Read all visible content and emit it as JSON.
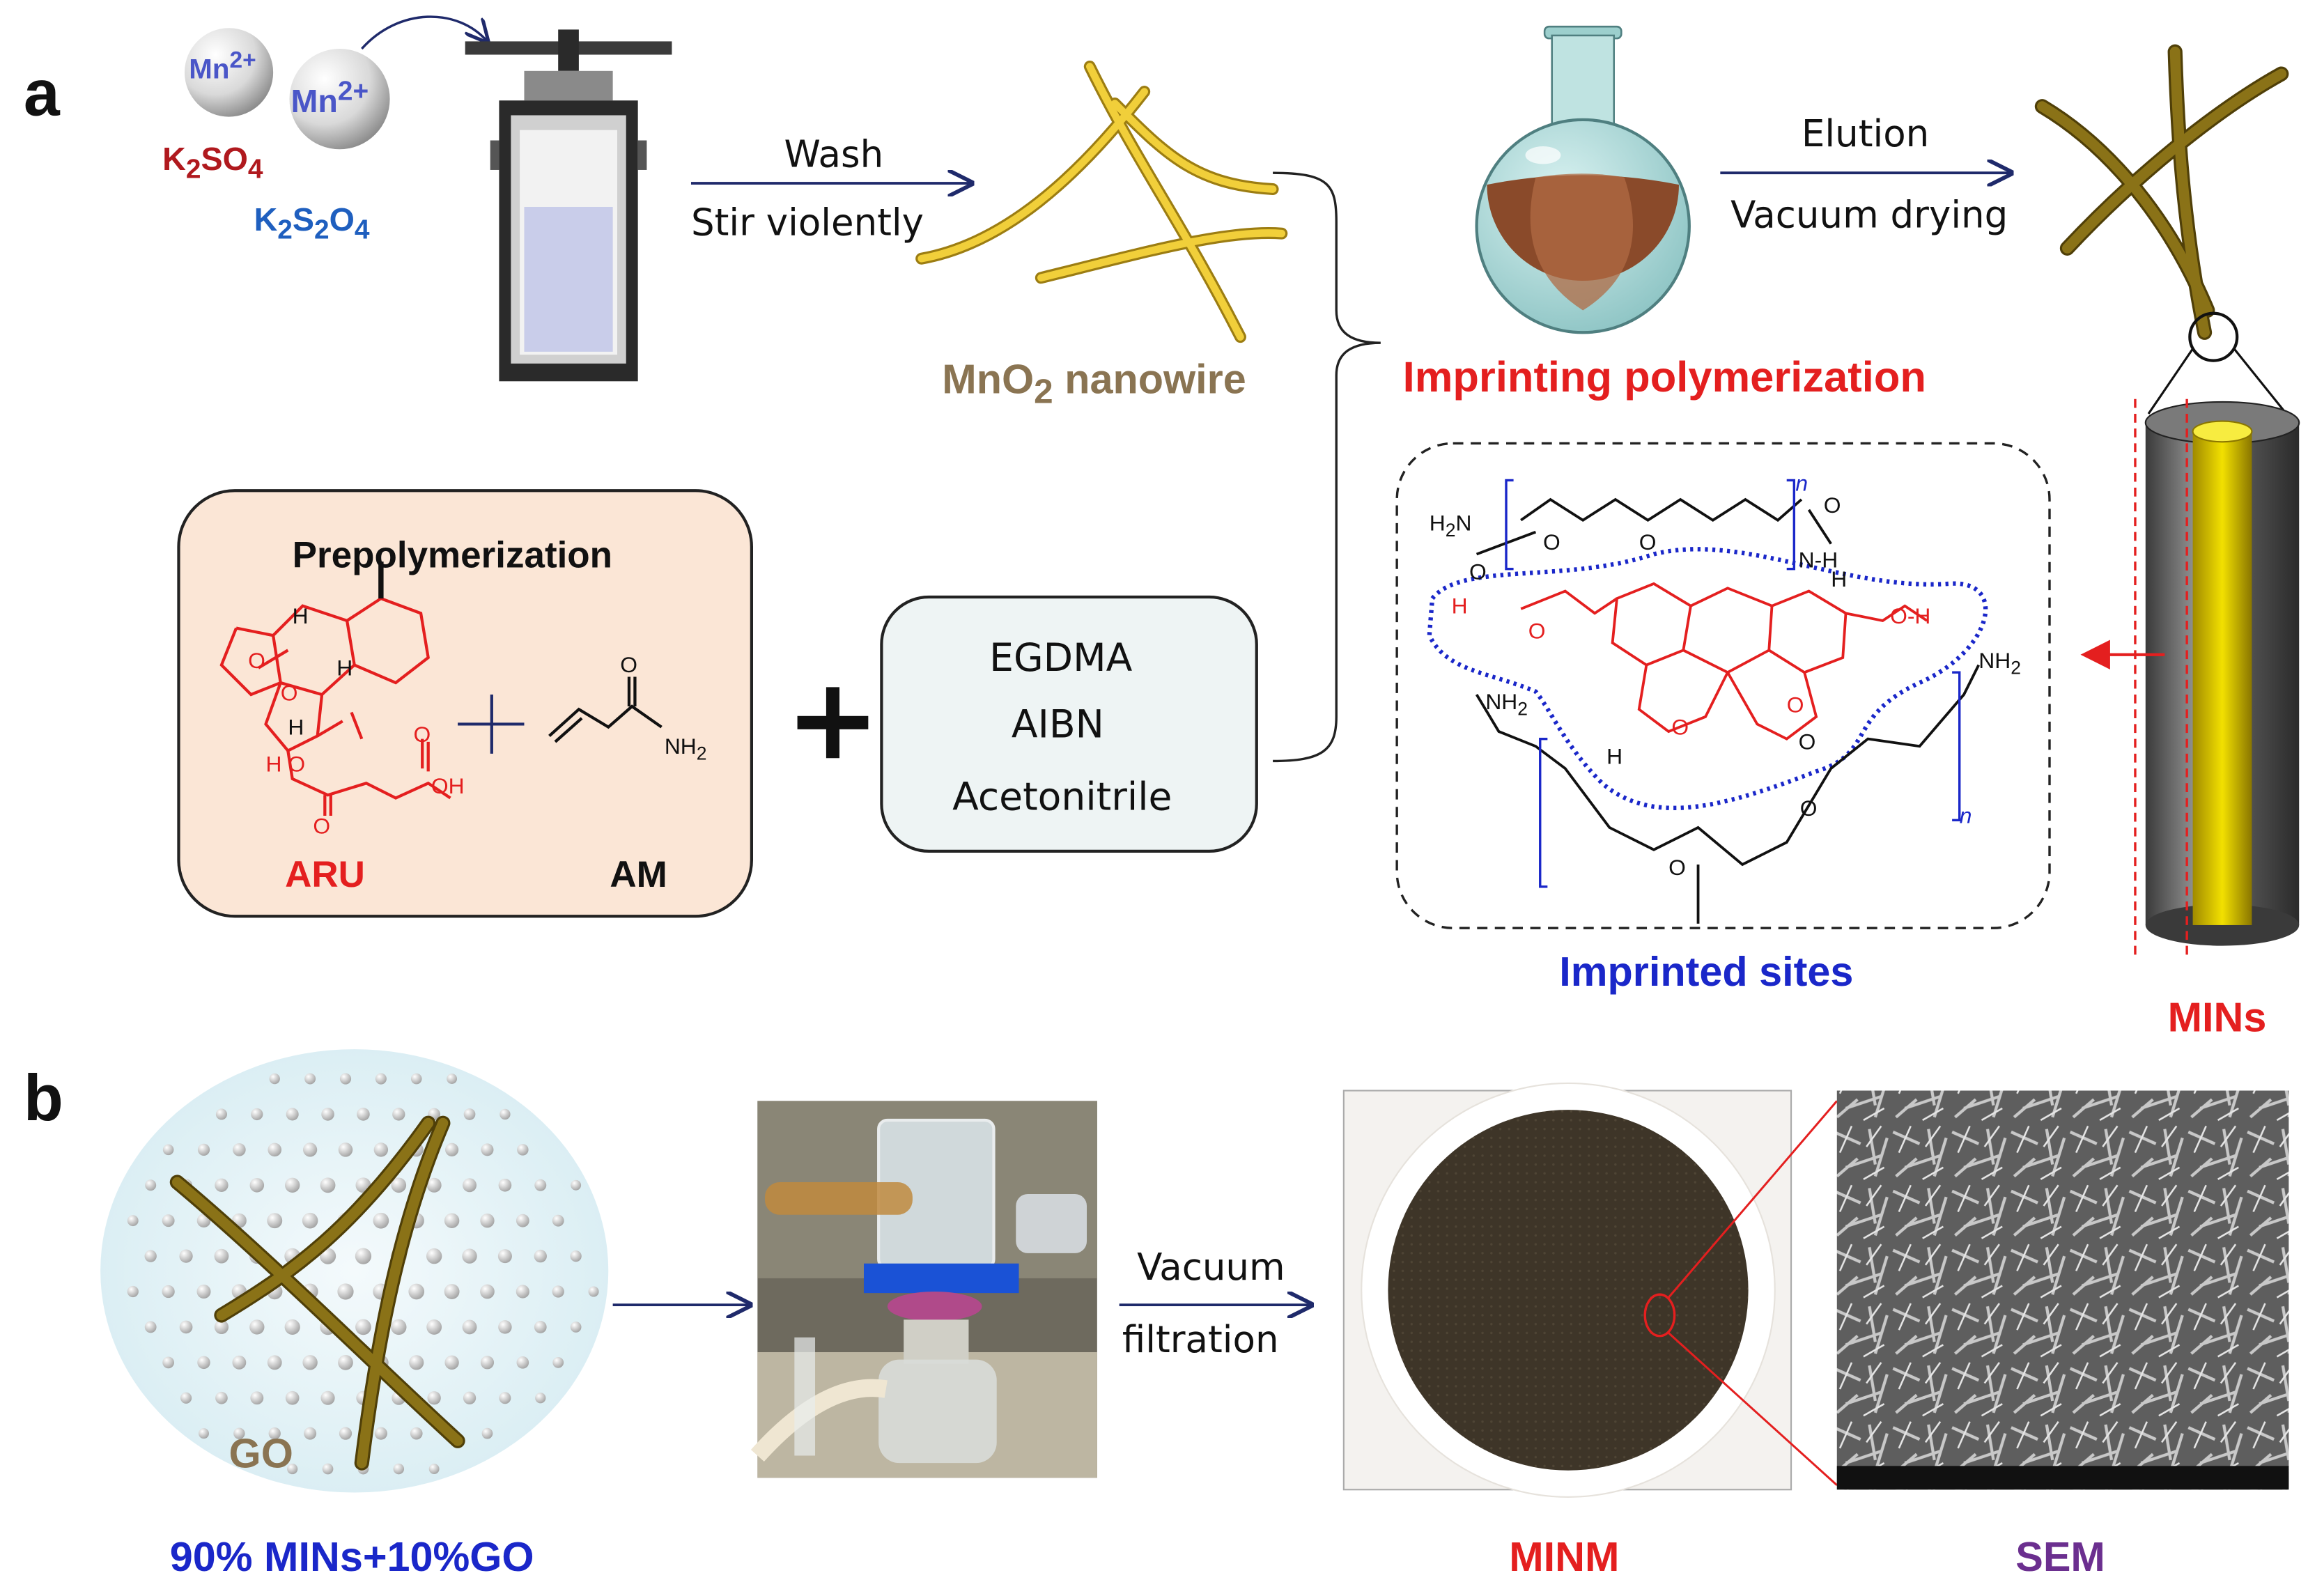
{
  "panel_a": {
    "letter": "a",
    "ions": [
      "Mn2+",
      "Mn2+"
    ],
    "salts": [
      "K2SO4",
      "K2S2O4"
    ],
    "step_wash": "Wash",
    "step_stir": "Stir violently",
    "nanowire_label": "MnO2 nanowire",
    "imprinting_label": "Imprinting polymerization",
    "step_elution": "Elution",
    "step_drying": "Vacuum drying",
    "prepolymerization_title": "Prepolymerization",
    "template_name": "ARU",
    "monomer_name": "AM",
    "reagents": [
      "EGDMA",
      "AIBN",
      "Acetonitrile"
    ],
    "imprinted_sites_label": "Imprinted sites",
    "product_label": "MINs"
  },
  "panel_b": {
    "letter": "b",
    "go_label": "GO",
    "composition_label": "90% MINs+10%GO",
    "step_vacuum": "Vacuum",
    "step_filtration": "filtration",
    "membrane_label": "MINM",
    "sem_label": "SEM"
  },
  "colors": {
    "red": "#e41f1f",
    "blue": "#1a27c9",
    "navy": "#1f2a6b",
    "brown": "#8a7452",
    "purple": "#6b2f8f",
    "wire_gold": "#e6bf2e",
    "wire_olive": "#7a6512"
  }
}
